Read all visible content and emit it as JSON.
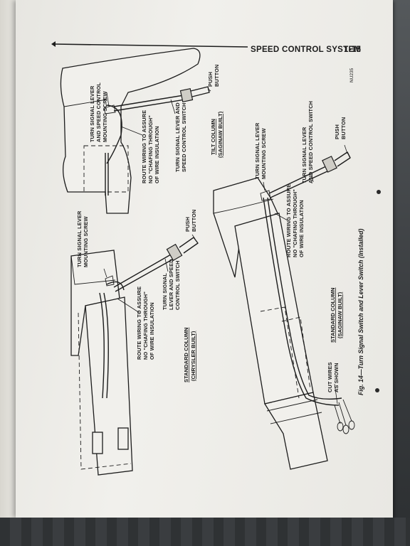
{
  "header": {
    "section_title": "SPEED CONTROL SYSTEM",
    "page_number": "1-15"
  },
  "figure": {
    "code": "NU235",
    "caption": "Fig. 14—Turn Signal Switch and Lever Switch (Installed)"
  },
  "top_column": {
    "label": "TILT COLUMN",
    "sublabel": "(SAGINAW BUILT)",
    "screw": [
      "TURN SIGNAL LEVER",
      "AND SPEED CONTROL",
      "MOUNTING SCREW"
    ],
    "routing": [
      "ROUTE WIRING TO ASSURE",
      "NO \"CHAFING THROUGH\"",
      "OF WIRE INSULATION"
    ],
    "lever": [
      "TURN SIGNAL LEVER AND",
      "SPEED CONTROL SWITCH"
    ],
    "button": [
      "PUSH",
      "BUTTON"
    ]
  },
  "left_column": {
    "label": "STANDARD COLUMN",
    "sublabel": "(CHRYSLER BUILT)",
    "screw": [
      "TURN SIGNAL LEVER",
      "MOUNTING SCREW"
    ],
    "routing": [
      "ROUTE WIRING TO ASSURE",
      "NO \"CHAFING THROUGH\"",
      "OF WIRE INSULATION"
    ],
    "lever": [
      "TURN SIGNAL",
      "LEVER AND SPEED",
      "CONTROL SWITCH"
    ],
    "button": [
      "PUSH",
      "BUTTON"
    ]
  },
  "right_column": {
    "label": "STANDARD COLUMN",
    "sublabel": "(SAGINAW BUILT)",
    "screw": [
      "TURN SIGNAL LEVER",
      "MOUNTING SCREW"
    ],
    "routing": [
      "ROUTE WIRING TO ASSURE",
      "NO \"CHAFING THROUGH\"",
      "OF WIRE INSULATION"
    ],
    "lever": [
      "TURN SIGNAL LEVER",
      "AND SPEED CONTROL SWITCH"
    ],
    "button": [
      "PUSH",
      "BUTTON"
    ],
    "wires": [
      "CUT WIRES",
      "AS SHOWN"
    ]
  }
}
